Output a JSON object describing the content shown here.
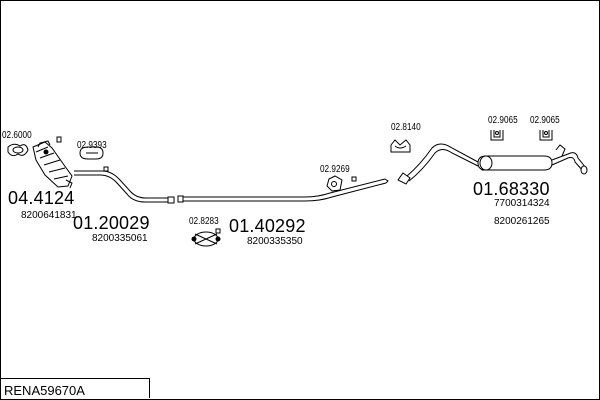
{
  "title": "RENA59670A",
  "parts": [
    {
      "number": "04.4124",
      "oem": "8200641831"
    },
    {
      "number": "01.20029",
      "oem": "8200335061"
    },
    {
      "number": "01.40292",
      "oem": "8200335350"
    },
    {
      "number": "01.68330",
      "oem": [
        "7700314324",
        "8200261265"
      ]
    }
  ],
  "fittings": [
    "02.6000",
    "02.9393",
    "02.8283",
    "02.9269",
    "02.8140",
    "02.9065",
    "02.9065"
  ],
  "colors": {
    "line": "#000000",
    "background": "#ffffff"
  }
}
